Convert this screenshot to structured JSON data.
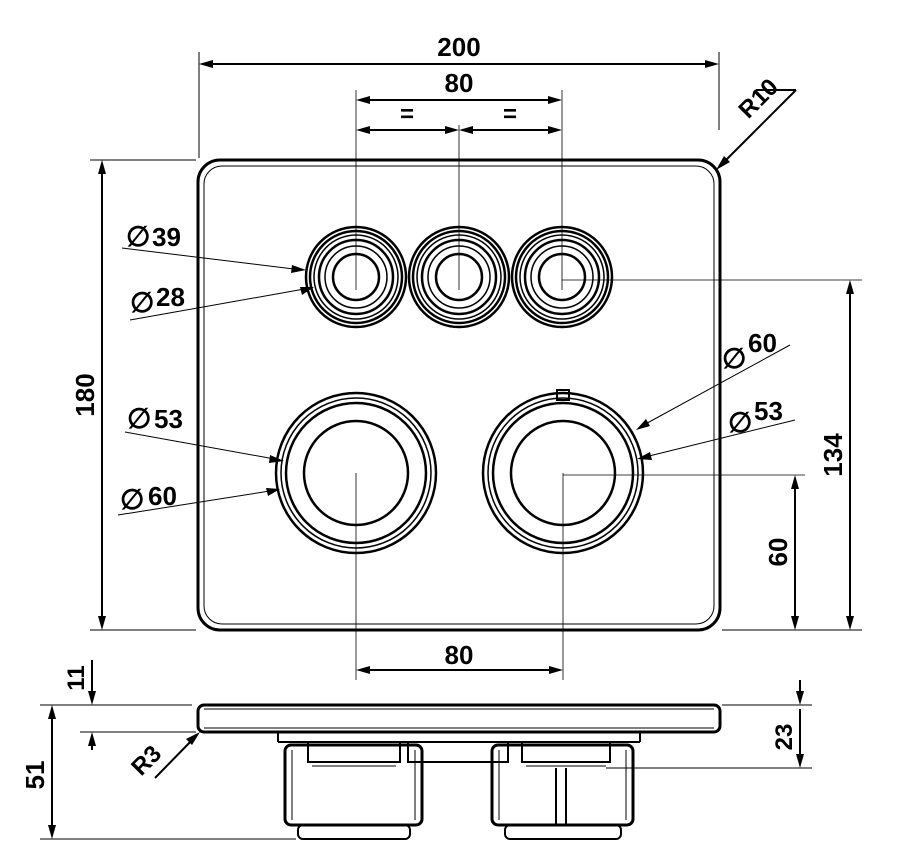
{
  "drawing": {
    "dimensions": {
      "overall_width": "200",
      "center_spacing_top": "80",
      "equal_left": "=",
      "equal_right": "=",
      "corner_radius": "R10",
      "overall_height": "180",
      "height_to_small_knobs": "134",
      "height_to_large_knobs": "60",
      "center_spacing_bottom": "80",
      "plate_thickness": "11",
      "total_depth": "51",
      "edge_radius": "R3",
      "body_offset": "23"
    },
    "diameters": {
      "small_outer": "39",
      "small_inner": "28",
      "large_left_inner": "53",
      "large_left_outer": "60",
      "large_right_outer": "60",
      "large_right_inner": "53"
    },
    "diameter_symbol": "∅"
  }
}
